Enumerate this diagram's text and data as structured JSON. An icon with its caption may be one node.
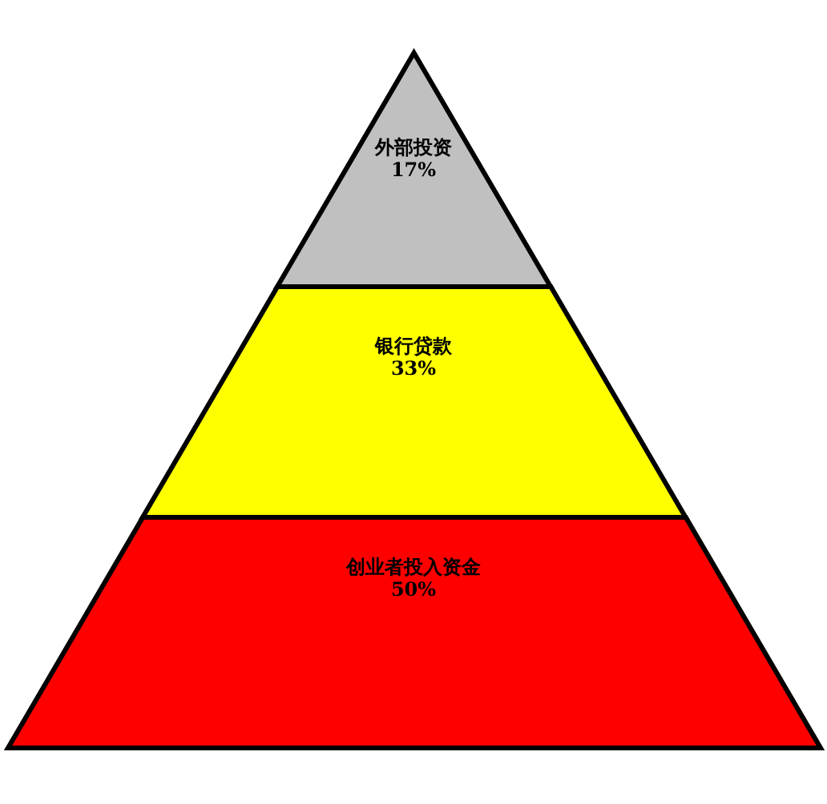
{
  "diagram": {
    "nodes": [
      {
        "text": [
          "外部投资",
          "17%"
        ]
      },
      {
        "text": [
          "银行贷款",
          "33%"
        ]
      },
      {
        "text": [
          "创业者投入资金",
          "50%"
        ]
      }
    ]
  }
}
